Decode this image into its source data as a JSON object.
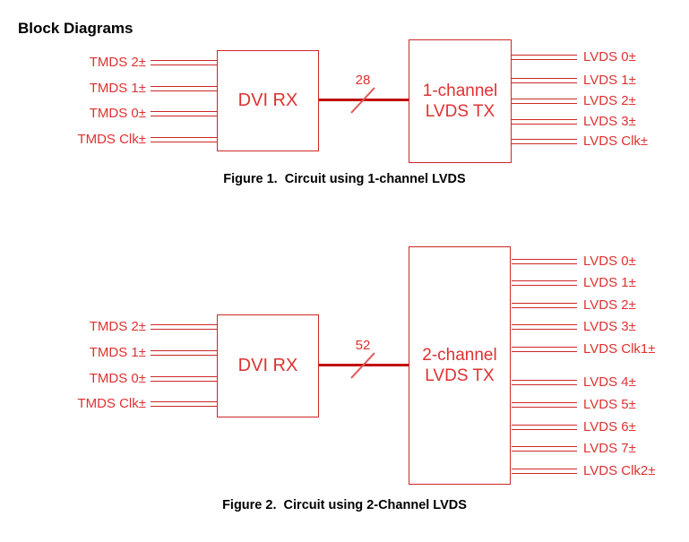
{
  "title": "Block Diagrams",
  "colors": {
    "text_red": "#df3131",
    "line_red": "#cd2727",
    "bus_red": "#c40b0b",
    "slash_red": "#dd5a5a",
    "text_black": "#000000",
    "page_bg": "#ffffff"
  },
  "figures": [
    {
      "caption": "Figure 1.  Circuit using 1-channel LVDS",
      "rx_box": "DVI RX",
      "tx_box_line1": "1-channel",
      "tx_box_line2": "LVDS TX",
      "bus_label": "28",
      "inputs": [
        "TMDS 2±",
        "TMDS 1±",
        "TMDS 0±",
        "TMDS Clk±"
      ],
      "outputs": [
        "LVDS 0±",
        "LVDS 1±",
        "LVDS 2±",
        "LVDS 3±",
        "LVDS Clk±"
      ]
    },
    {
      "caption": "Figure 2.  Circuit using 2-Channel LVDS",
      "rx_box": "DVI RX",
      "tx_box_line1": "2-channel",
      "tx_box_line2": "LVDS TX",
      "bus_label": "52",
      "inputs": [
        "TMDS 2±",
        "TMDS 1±",
        "TMDS 0±",
        "TMDS Clk±"
      ],
      "outputs": [
        "LVDS 0±",
        "LVDS 1±",
        "LVDS 2±",
        "LVDS 3±",
        "LVDS Clk1±",
        "LVDS 4±",
        "LVDS 5±",
        "LVDS 6±",
        "LVDS 7±",
        "LVDS Clk2±"
      ]
    }
  ]
}
